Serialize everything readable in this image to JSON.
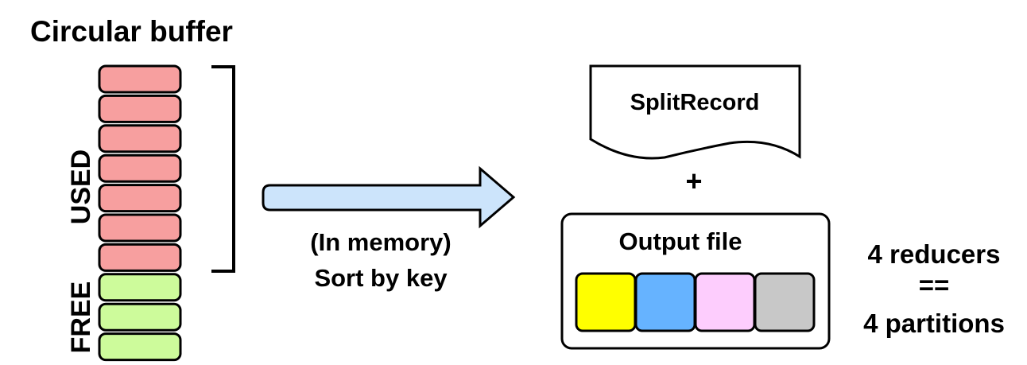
{
  "title": "Circular buffer",
  "buffer": {
    "used_label": "USED",
    "free_label": "FREE",
    "used_slots": 7,
    "free_slots": 3,
    "used_color": "#f79f9f",
    "free_color": "#cdfb9b"
  },
  "arrow": {
    "line1": "(In memory)",
    "line2": "Sort by key",
    "color": "#cce4fb"
  },
  "split_record": {
    "label": "SplitRecord"
  },
  "plus": "+",
  "output_file": {
    "label": "Output file",
    "partitions": [
      {
        "color": "#ffff00"
      },
      {
        "color": "#66b3ff"
      },
      {
        "color": "#fdcdfd"
      },
      {
        "color": "#c8c8c8"
      }
    ]
  },
  "note": {
    "line1": "4 reducers",
    "line2": "==",
    "line3": "4 partitions"
  }
}
